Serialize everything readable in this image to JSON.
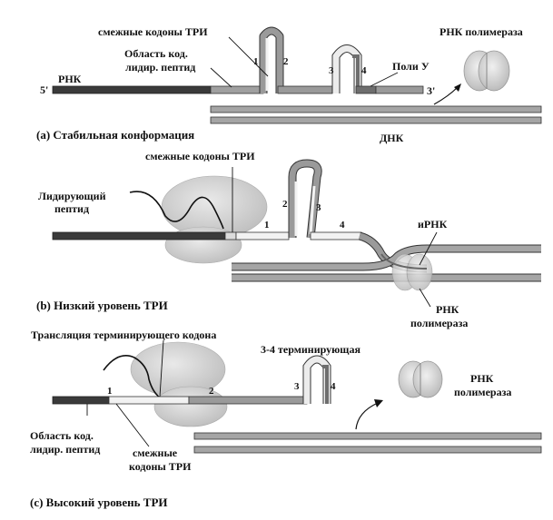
{
  "panel_a": {
    "rna_label": "РНК",
    "five_prime": "5'",
    "three_prime": "3'",
    "adjacent_codons": "смежные кодоны ТРИ",
    "leader_region_line1": "Область код.",
    "leader_region_line2": "лидир. пептид",
    "poly_u": "Поли У",
    "rna_polymerase": "РНК полимераза",
    "dna": "ДНК",
    "caption": "(a) Стабильная конформация",
    "n1": "1",
    "n2": "2",
    "n3": "3",
    "n4": "4"
  },
  "panel_b": {
    "adjacent_codons": "смежные кодоны ТРИ",
    "leader_peptide_line1": "Лидирующий",
    "leader_peptide_line2": "пептид",
    "mrna": "иРНК",
    "rna_label": "РНК",
    "polymerase_label": "полимераза",
    "caption": "(b)  Низкий уровень ТРИ",
    "n1": "1",
    "n2": "2",
    "n3": "3",
    "n4": "4"
  },
  "panel_c": {
    "termination_translation": "Трансляция терминирующего кодона",
    "terminator": "3-4 терминирующая",
    "rna_polymerase_line1": "РНК",
    "rna_polymerase_line2": "полимераза",
    "leader_region_line1": "Область код.",
    "leader_region_line2": "лидир. пептид",
    "adjacent_codons_line1": "смежные",
    "adjacent_codons_line2": "кодоны ТРИ",
    "caption": "(c) Высокий уровень ТРИ",
    "n1": "1",
    "n2": "2",
    "n3": "3",
    "n4": "4"
  },
  "colors": {
    "leader_dark": "#3a3a3a",
    "rna_mid": "#9a9a9a",
    "rna_light": "#f2f2f2",
    "rna_dark_seg": "#6e6e6e",
    "dna": "#a5a5a5",
    "ribosome": "#cfcfcf",
    "polymerase": "#d6d6d6"
  }
}
